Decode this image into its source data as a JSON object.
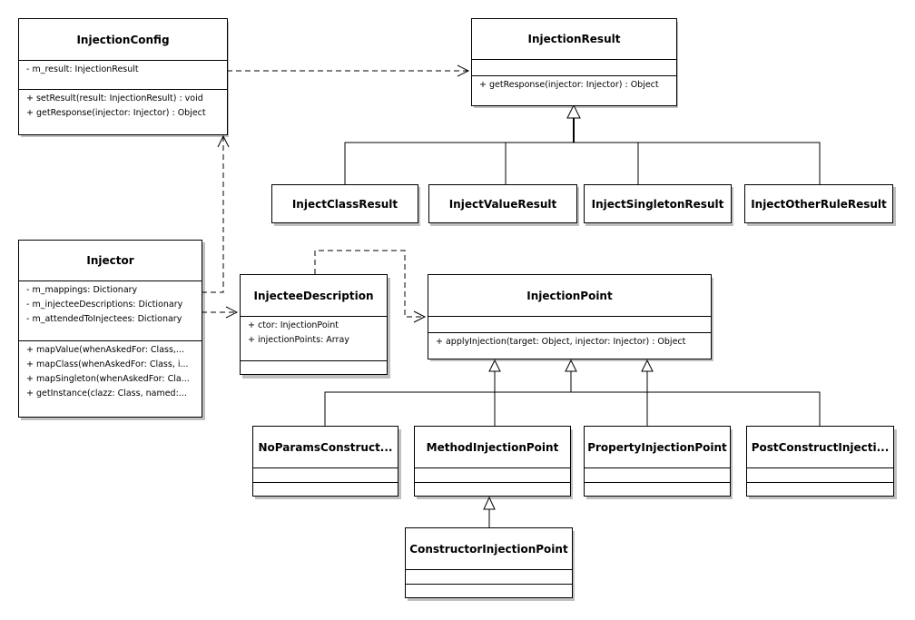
{
  "classes": {
    "injection_config": {
      "name": "InjectionConfig",
      "attributes": [
        "- m_result: InjectionResult"
      ],
      "operations": [
        "+ setResult(result: InjectionResult) : void",
        "+ getResponse(injector: Injector) : Object"
      ]
    },
    "injection_result": {
      "name": "InjectionResult",
      "operations": [
        "+ getResponse(injector: Injector) : Object"
      ]
    },
    "inject_class_result": {
      "name": "InjectClassResult"
    },
    "inject_value_result": {
      "name": "InjectValueResult"
    },
    "inject_singleton_result": {
      "name": "InjectSingletonResult"
    },
    "inject_other_rule_result": {
      "name": "InjectOtherRuleResult"
    },
    "injector": {
      "name": "Injector",
      "attributes": [
        "- m_mappings: Dictionary",
        "- m_injecteeDescriptions: Dictionary",
        "- m_attendedToInjectees: Dictionary"
      ],
      "operations": [
        "+ mapValue(whenAskedFor: Class,...",
        "+ mapClass(whenAskedFor: Class, i...",
        "+ mapSingleton(whenAskedFor:  Cla...",
        "+ getInstance(clazz: Class, named:..."
      ]
    },
    "injectee_description": {
      "name": "InjecteeDescription",
      "attributes": [
        "+ ctor: InjectionPoint",
        "+ injectionPoints: Array"
      ]
    },
    "injection_point": {
      "name": "InjectionPoint",
      "operations": [
        "+ applyInjection(target: Object, injector: Injector) : Object"
      ]
    },
    "no_params_constructor": {
      "name": "NoParamsConstruct..."
    },
    "method_injection_point": {
      "name": "MethodInjectionPoint"
    },
    "property_injection_point": {
      "name": "PropertyInjectionPoint"
    },
    "post_construct_injection": {
      "name": "PostConstructInjecti..."
    },
    "constructor_injection_point": {
      "name": "ConstructorInjectionPoint"
    }
  }
}
